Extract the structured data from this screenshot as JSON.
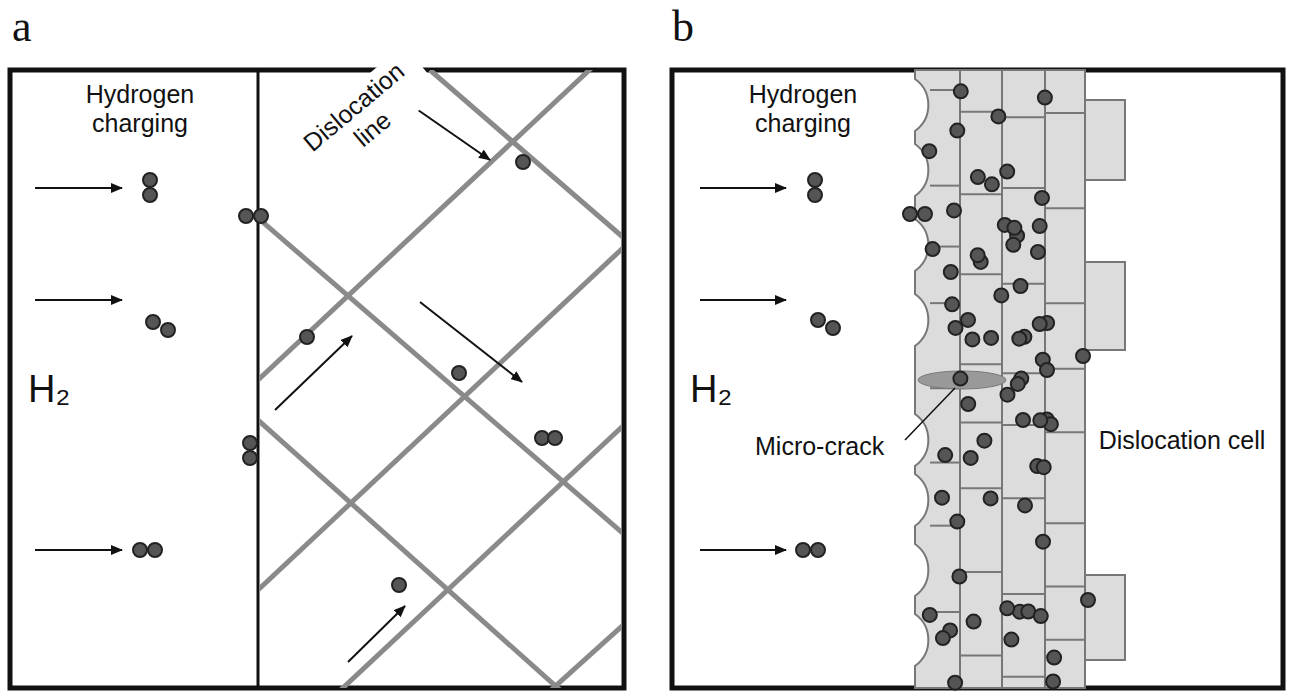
{
  "diagram": {
    "labels": [
      "a",
      "b",
      "Hydrogen charging",
      "H₂",
      "Dislocation line",
      "Hydrogen charging",
      "H₂",
      "Micro-crack",
      "Dislocation cell"
    ]
  }
}
